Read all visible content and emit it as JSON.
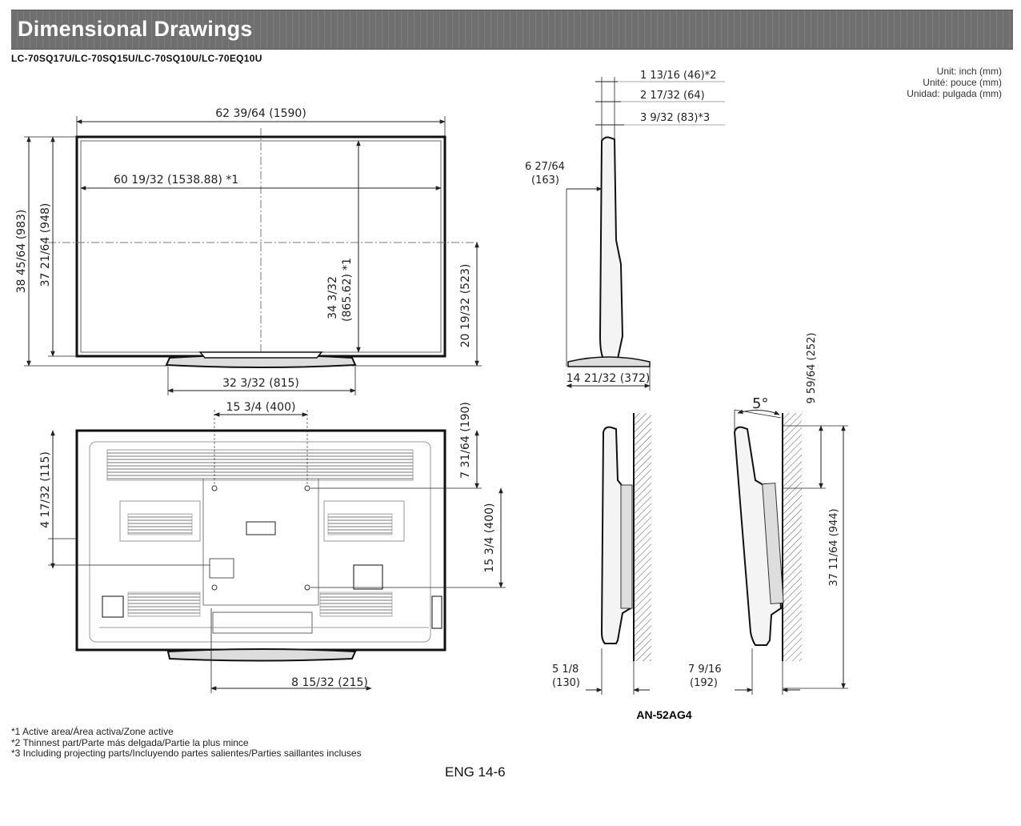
{
  "header": {
    "title": "Dimensional Drawings"
  },
  "models": "LC-70SQ17U/LC-70SQ15U/LC-70SQ10U/LC-70EQ10U",
  "units": [
    "Unit: inch (mm)",
    "Unité: pouce (mm)",
    "Unidad: pulgada (mm)"
  ],
  "front_view": {
    "overall_width": "62 39/64 (1590)",
    "active_width": "60 19/32  (1538.88) *1",
    "overall_height": "38 45/64 (983)",
    "height_no_stand": "37 21/64 (948)",
    "active_height_line1": "34 3/32",
    "active_height_line2": "(865.62)",
    "active_height_note": "*1",
    "center_to_base": "20 19/32 (523)",
    "stand_width": "32 3/32 (815)"
  },
  "rear_view": {
    "vesa_horizontal": "15 3/4 (400)",
    "left_offset": "4 17/32 (115)",
    "top_offset": "7 31/64 (190)",
    "vesa_vertical": "15 3/4 (400)",
    "bottom_offset": "8 15/32 (215)"
  },
  "side_view": {
    "thinnest": "1 13/16 (46)*2",
    "depth_mid": "2 17/32 (64)",
    "depth_projecting": "3 9/32 (83)*3",
    "stand_height_line1": "6 27/64",
    "stand_height_line2": "(163)",
    "stand_depth": "14 21/32 (372)"
  },
  "wall_mount": {
    "flat_depth_line1": "5 1/8",
    "flat_depth_line2": "(130)",
    "tilt_angle": "5°",
    "tilt_depth_line1": "7 9/16",
    "tilt_depth_line2": "(192)",
    "bracket_top": "9 59/64 (252)",
    "bracket_height": "37 11/64 (944)",
    "bracket_model": "AN-52AG4"
  },
  "footnotes": [
    "*1 Active area/Área activa/Zone active",
    "*2 Thinnest part/Parte más delgada/Partie la plus mince",
    "*3 Including projecting parts/Incluyendo partes salientes/Parties saillantes incluses"
  ],
  "page_number": "ENG 14-6"
}
